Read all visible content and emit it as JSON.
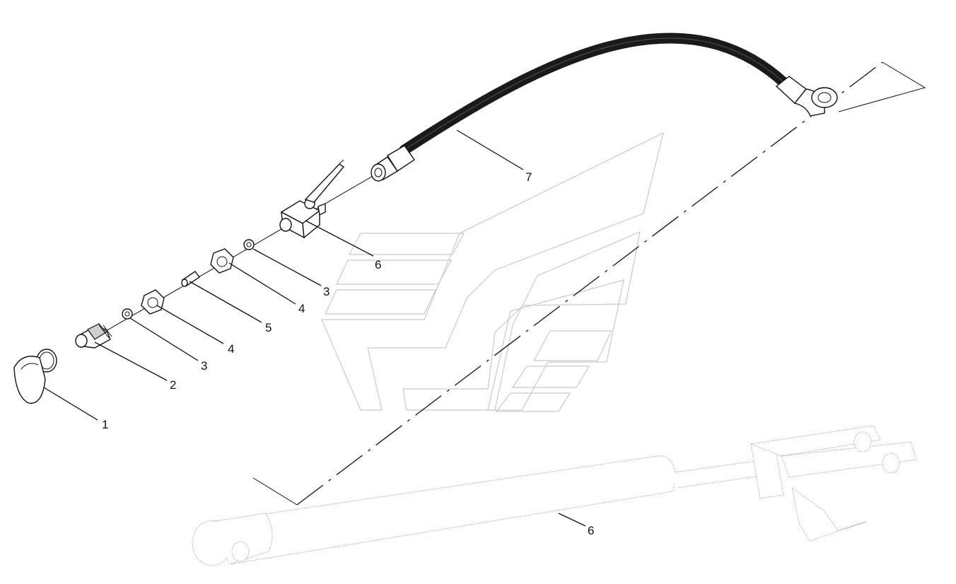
{
  "diagram": {
    "callouts": [
      {
        "id": "c1",
        "text": "1"
      },
      {
        "id": "c2",
        "text": "2"
      },
      {
        "id": "c3a",
        "text": "3"
      },
      {
        "id": "c4a",
        "text": "4"
      },
      {
        "id": "c5",
        "text": "5"
      },
      {
        "id": "c4b",
        "text": "4"
      },
      {
        "id": "c3b",
        "text": "3"
      },
      {
        "id": "c6a",
        "text": "6"
      },
      {
        "id": "c7",
        "text": "7"
      },
      {
        "id": "c6b",
        "text": "6"
      }
    ]
  },
  "colors": {
    "line": "#111111",
    "hose": "#1a1a1a",
    "ghost": "#999999",
    "watermark": "#c9c9c9",
    "background": "#ffffff"
  }
}
